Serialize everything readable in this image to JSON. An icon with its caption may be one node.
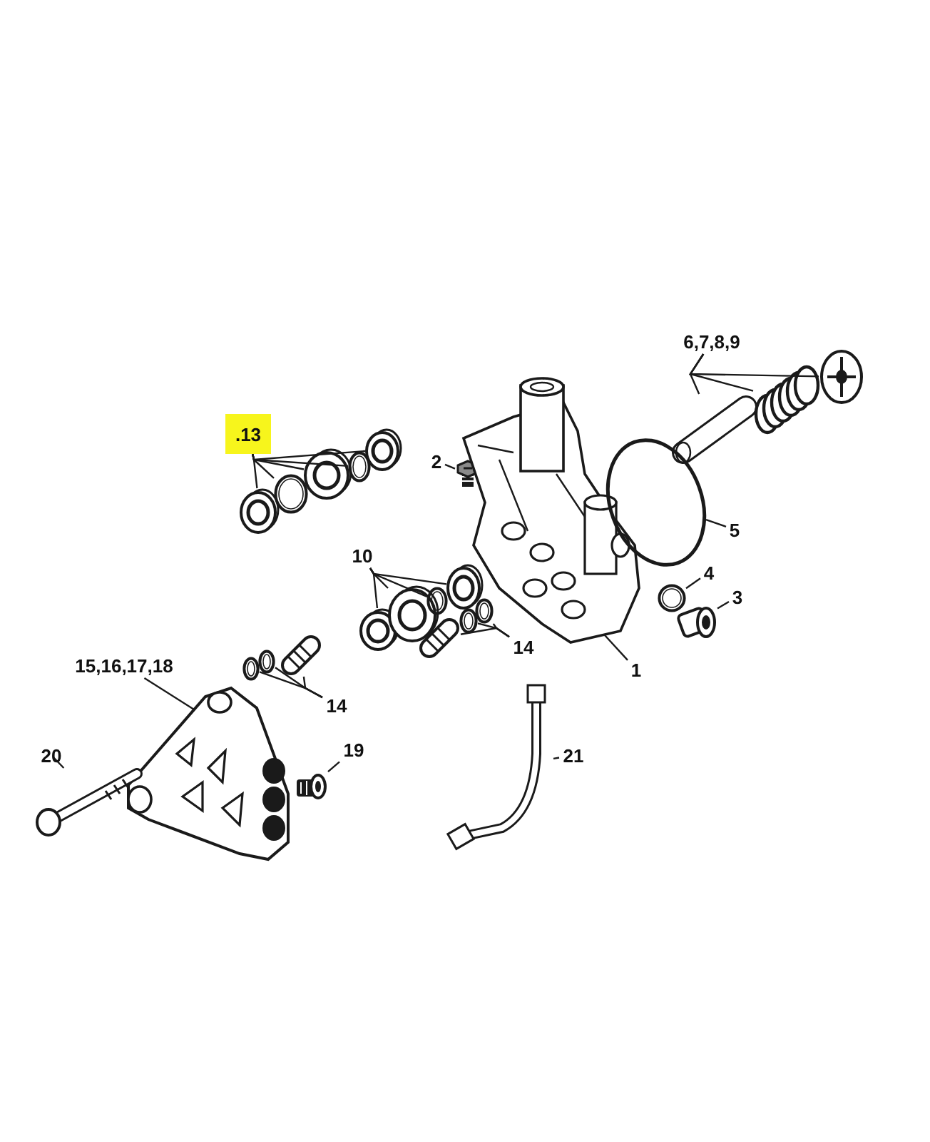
{
  "diagram": {
    "nodes": [
      {
        "text": [
          "6,7,8,9"
        ]
      },
      {
        "text": [],
        "shape": "picture"
      },
      {
        "text": [],
        "shape": "picture"
      },
      {
        "text": [],
        "shape": "picture"
      },
      {
        "text": [
          ".13"
        ]
      },
      {
        "text": [],
        "shape": "picture"
      },
      {
        "text": [],
        "shape": "picture"
      },
      {
        "text": [],
        "shape": "picture"
      },
      {
        "text": [],
        "shape": "picture"
      },
      {
        "text": [],
        "shape": "picture"
      },
      {
        "text": [
          "2"
        ]
      },
      {
        "text": [],
        "shape": "picture"
      },
      {
        "text": [],
        "shape": "picture"
      },
      {
        "text": [],
        "shape": "picture"
      },
      {
        "text": [
          "5"
        ]
      },
      {
        "text": [
          "10"
        ]
      },
      {
        "text": [],
        "shape": "picture"
      },
      {
        "text": [],
        "shape": "picture"
      },
      {
        "text": [],
        "shape": "picture"
      },
      {
        "text": [],
        "shape": "picture"
      },
      {
        "text": [
          "4"
        ]
      },
      {
        "text": [],
        "shape": "picture"
      },
      {
        "text": [
          "3"
        ]
      },
      {
        "text": [],
        "shape": "picture"
      },
      {
        "text": [
          "14"
        ]
      },
      {
        "text": [],
        "shape": "picture"
      },
      {
        "text": [],
        "shape": "picture"
      },
      {
        "text": [],
        "shape": "picture"
      },
      {
        "text": [
          "1"
        ]
      },
      {
        "text": [
          "15,16,17,18"
        ]
      },
      {
        "text": [
          "14"
        ]
      },
      {
        "text": [],
        "shape": "picture"
      },
      {
        "text": [],
        "shape": "picture"
      },
      {
        "text": [],
        "shape": "picture"
      },
      {
        "text": [],
        "shape": "picture"
      },
      {
        "text": [
          "20"
        ]
      },
      {
        "text": [],
        "shape": "picture"
      },
      {
        "text": [
          "19"
        ]
      },
      {
        "text": [],
        "shape": "picture"
      },
      {
        "text": [
          "21"
        ]
      },
      {
        "text": [],
        "shape": "picture"
      }
    ],
    "edges": [
      {
        "from": 0,
        "to": 1,
        "arrow": "none"
      },
      {
        "from": 0,
        "to": 2,
        "arrow": "none"
      },
      {
        "from": 0,
        "to": 3,
        "arrow": "none"
      },
      {
        "from": 4,
        "to": 5,
        "arrow": "none"
      },
      {
        "from": 4,
        "to": 6,
        "arrow": "none"
      },
      {
        "from": 4,
        "to": 7,
        "arrow": "none"
      },
      {
        "from": 4,
        "to": 8,
        "arrow": "none"
      },
      {
        "from": 4,
        "to": 9,
        "arrow": "none"
      },
      {
        "from": 10,
        "to": 11,
        "arrow": "none"
      },
      {
        "from": 14,
        "to": 13,
        "arrow": "none"
      },
      {
        "from": 15,
        "to": 16,
        "arrow": "none"
      },
      {
        "from": 15,
        "to": 17,
        "arrow": "none"
      },
      {
        "from": 15,
        "to": 18,
        "arrow": "none"
      },
      {
        "from": 15,
        "to": 19,
        "arrow": "none"
      },
      {
        "from": 20,
        "to": 21,
        "arrow": "none"
      },
      {
        "from": 22,
        "to": 23,
        "arrow": "none"
      },
      {
        "from": 24,
        "to": 25,
        "arrow": "none"
      },
      {
        "from": 24,
        "to": 26,
        "arrow": "none"
      },
      {
        "from": 24,
        "to": 27,
        "arrow": "none"
      },
      {
        "from": 28,
        "to": 12,
        "arrow": "none"
      },
      {
        "from": 29,
        "to": 34,
        "arrow": "none"
      },
      {
        "from": 30,
        "to": 31,
        "arrow": "none"
      },
      {
        "from": 30,
        "to": 32,
        "arrow": "none"
      },
      {
        "from": 30,
        "to": 33,
        "arrow": "none"
      },
      {
        "from": 35,
        "to": 36,
        "arrow": "none"
      },
      {
        "from": 37,
        "to": 38,
        "arrow": "none"
      },
      {
        "from": 39,
        "to": 40,
        "arrow": "none"
      }
    ]
  }
}
